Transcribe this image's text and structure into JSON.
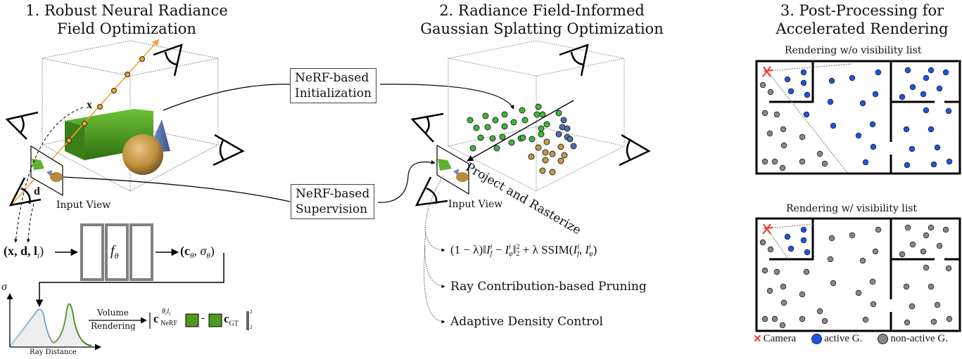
{
  "sections": [
    {
      "title_line1": "1. Robust Neural Radiance",
      "title_line2": "Field Optimization"
    },
    {
      "title_line1": "2. Radiance Field-Informed",
      "title_line2": "Gaussian Splatting Optimization"
    },
    {
      "title_line1": "3. Post-Processing for",
      "title_line2": "Accelerated Rendering"
    }
  ],
  "stage1": {
    "input_view_label": "Input View",
    "sample_label": "x",
    "dir_label": "d",
    "mlp_input": "(x, d, l",
    "mlp_input_sub": "i",
    "mlp_label": "f",
    "mlp_label_sub": "θ",
    "mlp_output": "(c",
    "mlp_output_sub1": "θ",
    "mlp_output_mid": ", σ",
    "mlp_output_sub2": "θ",
    "sigma_axis": "σ",
    "ray_axis": "Ray Distance",
    "volume_label_1": "Volume",
    "volume_label_2": "Rendering",
    "loss_c": "c",
    "loss_sup": "θ,l",
    "loss_sup_sub": "i",
    "loss_sub": "NeRF",
    "loss_minus": "-",
    "loss_gt": "c",
    "loss_gt_sub": "GT",
    "loss_pow": "2",
    "loss_norm_sub": "2",
    "colors": {
      "ray": "#f7a133",
      "green_obj": "#4f9a1e",
      "blue_obj": "#5c7fb8",
      "sphere": "#c79a4e",
      "curve_blue": "#7aa6d8",
      "curve_green": "#4b9a22",
      "fill": "#eeeeee"
    }
  },
  "connectors": {
    "init_box": {
      "line1": "NeRF-based",
      "line2": "Initialization"
    },
    "sup_box": {
      "line1": "NeRF-based",
      "line2": "Supervision"
    }
  },
  "stage2": {
    "input_view_label": "Input View",
    "project_label": "Project and Rasterize",
    "loss_formula": "(1 − λ)‖I_f^i − I_φ^i‖₂² + λ SSIM(I_f^i, I_φ^i)",
    "loss_a": "(1 − λ)‖",
    "loss_I": "I",
    "loss_f_sup": "i",
    "loss_f_sub": "f",
    "loss_minus": " − ",
    "loss_phi_sup": "i",
    "loss_phi_sub": "φ",
    "loss_norm": "‖",
    "loss_norm_sup": "2",
    "loss_norm_sub": "2",
    "loss_plus": " + λ SSIM(",
    "loss_comma": ", ",
    "loss_close": ")",
    "pruning_label": "Ray Contribution-based Pruning",
    "density_label": "Adaptive Density Control",
    "colors": {
      "green_gaussian": "#3fb83a",
      "blue_gaussian": "#4f6fb0",
      "orange_gaussian": "#c79a46"
    }
  },
  "stage3": {
    "top_caption": "Rendering w/o visibility list",
    "bottom_caption": "Rendering w/ visibility list",
    "legend": [
      {
        "icon": "camera-icon",
        "label": "Camera",
        "color": "#f04030"
      },
      {
        "icon": "active-gaussian-icon",
        "label": "active G.",
        "color": "#1a55e8"
      },
      {
        "icon": "inactive-gaussian-icon",
        "label": "non-active G.",
        "color": "#888888"
      }
    ]
  }
}
